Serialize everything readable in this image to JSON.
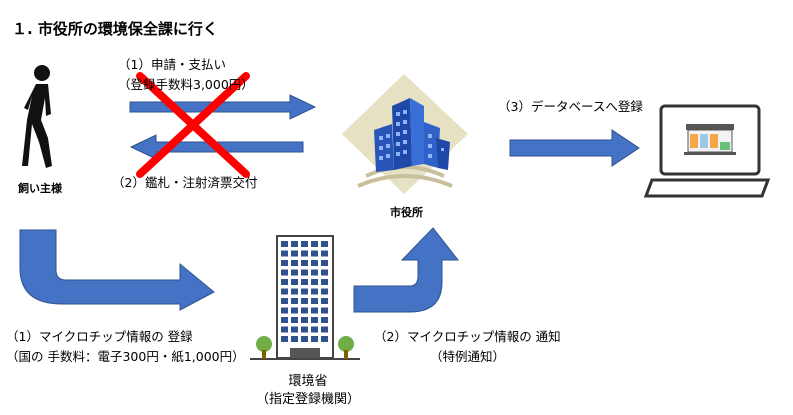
{
  "title": "１. 市役所の環境保全課に行く",
  "nodes": {
    "owner": "飼い主様",
    "city_hall": "市役所",
    "ministry": "環境省",
    "ministry_sub": "（指定登録機関）"
  },
  "arrows": {
    "apply_line1": "（1）申請・支払い",
    "apply_line2": "（登録手数料3,000円）",
    "issue": "（2）鑑札・注射済票交付",
    "db_register": "（3）データベースへ登録",
    "chip_register_line1": "（1）マイクロチップ情報の 登録",
    "chip_register_line2": "（国の 手数料：電子300円・紙1,000円）",
    "chip_notify_line1": "（2）マイクロチップ情報の 通知",
    "chip_notify_line2": "（特例通知）"
  },
  "colors": {
    "arrow_fill": "#4472c4",
    "arrow_stroke": "#2f528f",
    "cross": "#ff0000"
  }
}
